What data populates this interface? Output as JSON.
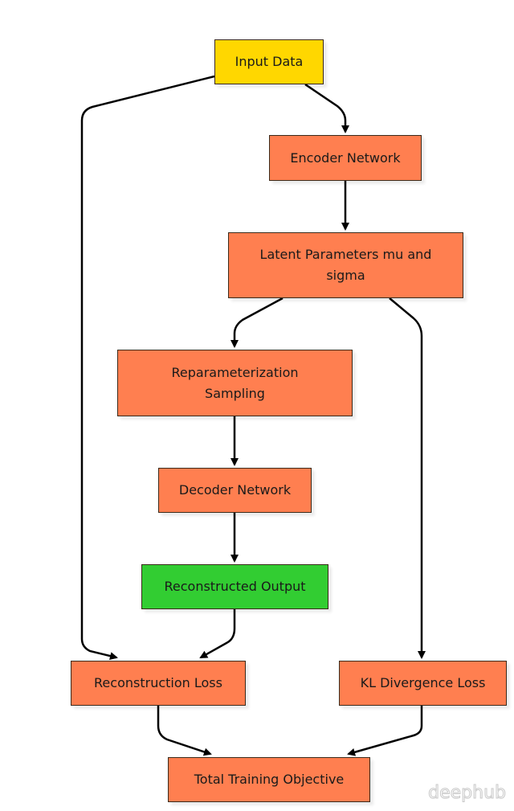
{
  "diagram": {
    "type": "flowchart",
    "colors": {
      "process": "#FF7F50",
      "input": "#FFD700",
      "output": "#32CD32",
      "edge": "#000000"
    },
    "nodes": {
      "input_data": "Input Data",
      "encoder": "Encoder Network",
      "latent": "Latent Parameters mu and sigma",
      "reparam": "Reparameterization Sampling",
      "decoder": "Decoder Network",
      "reconstructed": "Reconstructed Output",
      "recon_loss": "Reconstruction Loss",
      "kl_loss": "KL Divergence Loss",
      "total": "Total Training Objective"
    },
    "edges": [
      [
        "Input Data",
        "Encoder Network"
      ],
      [
        "Input Data",
        "Reconstruction Loss"
      ],
      [
        "Encoder Network",
        "Latent Parameters mu and sigma"
      ],
      [
        "Latent Parameters mu and sigma",
        "Reparameterization Sampling"
      ],
      [
        "Latent Parameters mu and sigma",
        "KL Divergence Loss"
      ],
      [
        "Reparameterization Sampling",
        "Decoder Network"
      ],
      [
        "Decoder Network",
        "Reconstructed Output"
      ],
      [
        "Reconstructed Output",
        "Reconstruction Loss"
      ],
      [
        "Reconstruction Loss",
        "Total Training Objective"
      ],
      [
        "KL Divergence Loss",
        "Total Training Objective"
      ]
    ]
  },
  "watermark": "deephub"
}
